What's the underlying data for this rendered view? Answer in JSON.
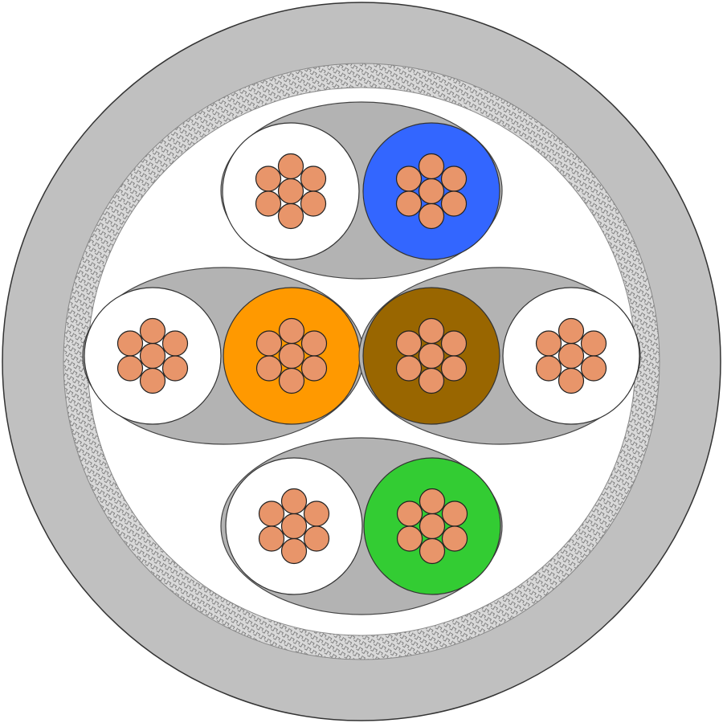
{
  "colors": {
    "jacket": "#c0c0c0",
    "braid_bg": "#d9d9d9",
    "braid_mark": "#7f7f7f",
    "inner_fill": "#ffffff",
    "pair_shield": "#b3b3b3",
    "copper": "#e8956a",
    "outline": "#222222"
  },
  "pairs": [
    {
      "name": "blue-pair",
      "conductors": [
        {
          "color": "#ffffff",
          "label": "white"
        },
        {
          "color": "#3366ff",
          "label": "blue"
        }
      ]
    },
    {
      "name": "orange-pair",
      "conductors": [
        {
          "color": "#ffffff",
          "label": "white"
        },
        {
          "color": "#ff9900",
          "label": "orange"
        }
      ]
    },
    {
      "name": "brown-pair",
      "conductors": [
        {
          "color": "#996600",
          "label": "brown"
        },
        {
          "color": "#ffffff",
          "label": "white"
        }
      ]
    },
    {
      "name": "green-pair",
      "conductors": [
        {
          "color": "#ffffff",
          "label": "white"
        },
        {
          "color": "#33cc33",
          "label": "green"
        }
      ]
    }
  ],
  "strands_per_conductor": 7
}
